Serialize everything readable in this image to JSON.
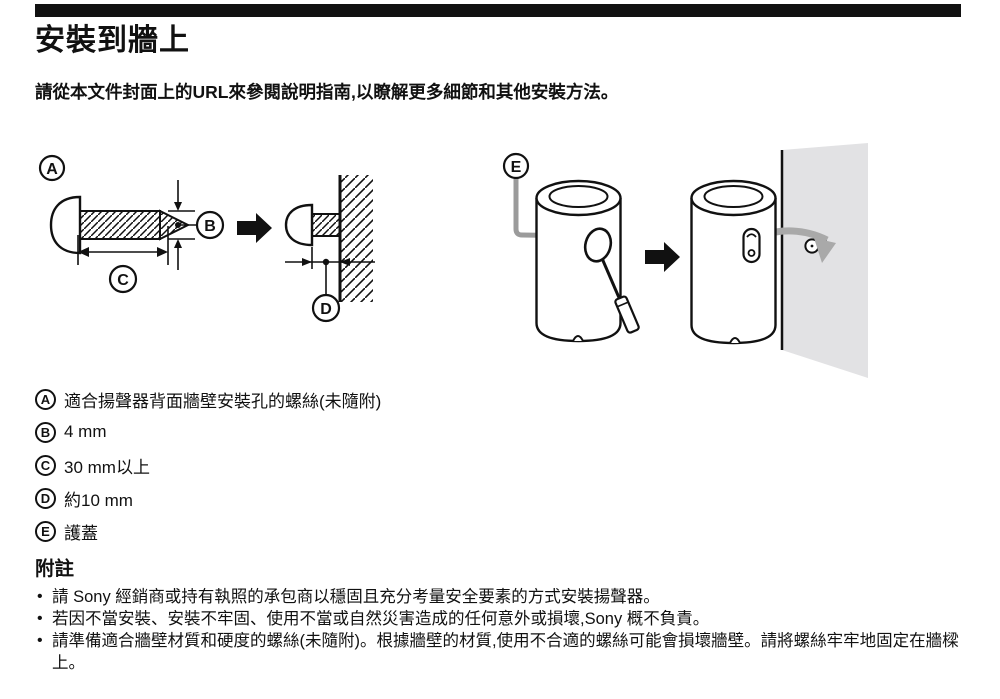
{
  "page": {
    "title": "安裝到牆上",
    "intro": "請從本文件封面上的URL來參閱說明指南,以瞭解更多細節和其他安裝方法。"
  },
  "figure": {
    "labels": {
      "a": "A",
      "b": "B",
      "c": "C",
      "d": "D",
      "e": "E"
    }
  },
  "legend": {
    "items": [
      {
        "key": "A",
        "text": "適合揚聲器背面牆壁安裝孔的螺絲(未隨附)"
      },
      {
        "key": "B",
        "text": "4 mm"
      },
      {
        "key": "C",
        "text": "30 mm以上"
      },
      {
        "key": "D",
        "text": "約10 mm"
      },
      {
        "key": "E",
        "text": "護蓋"
      }
    ]
  },
  "notes": {
    "heading": "附註",
    "items": [
      "請 Sony 經銷商或持有執照的承包商以穩固且充分考量安全要素的方式安裝揚聲器。",
      "若因不當安裝、安裝不牢固、使用不當或自然災害造成的任何意外或損壞,Sony 概不負責。",
      "請準備適合牆壁材質和硬度的螺絲(未隨附)。根據牆壁的材質,使用不合適的螺絲可能會損壞牆壁。請將螺絲牢牢地固定在牆樑上。"
    ]
  },
  "colors": {
    "text": "#111111",
    "wall_fill": "#e2e2e4",
    "leader_gray": "#9b9b9b",
    "arrow_gray": "#a9a9a9"
  }
}
